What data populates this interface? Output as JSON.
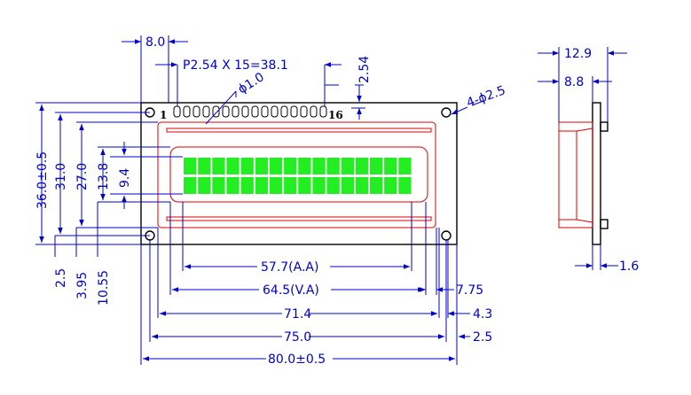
{
  "colors": {
    "outline": "#000000",
    "dimension": "#0000cc",
    "bezel": "#dd0000",
    "lcd_dots": "#22ee22",
    "background": "#ffffff"
  },
  "front_view": {
    "pin_first": "1",
    "pin_last": "16",
    "pin_count": 16,
    "char_columns": 16,
    "char_rows": 2
  },
  "dimensions": {
    "top_pitch_left": "8.0",
    "pin_pitch": "P2.54 X 15=38.1",
    "pin_spacing": "2.54",
    "pin_hole": "ϕ1.0",
    "mount_holes": "4-ϕ2.5",
    "height_total": "36.0±0.5",
    "height_31": "31.0",
    "height_27": "27.0",
    "height_13_8": "13.8",
    "height_9_4": "9.4",
    "bottom_2_5": "2.5",
    "bottom_3_95": "3.95",
    "bottom_10_55": "10.55",
    "aa": "57.7(A.A)",
    "va": "64.5(V.A)",
    "w_71_4": "71.4",
    "w_75": "75.0",
    "w_80": "80.0±0.5",
    "right_7_75": "7.75",
    "right_4_3": "4.3",
    "right_2_5": "2.5"
  },
  "side_view": {
    "depth_total": "12.9",
    "depth_body": "8.8",
    "pcb_thickness": "1.6"
  }
}
